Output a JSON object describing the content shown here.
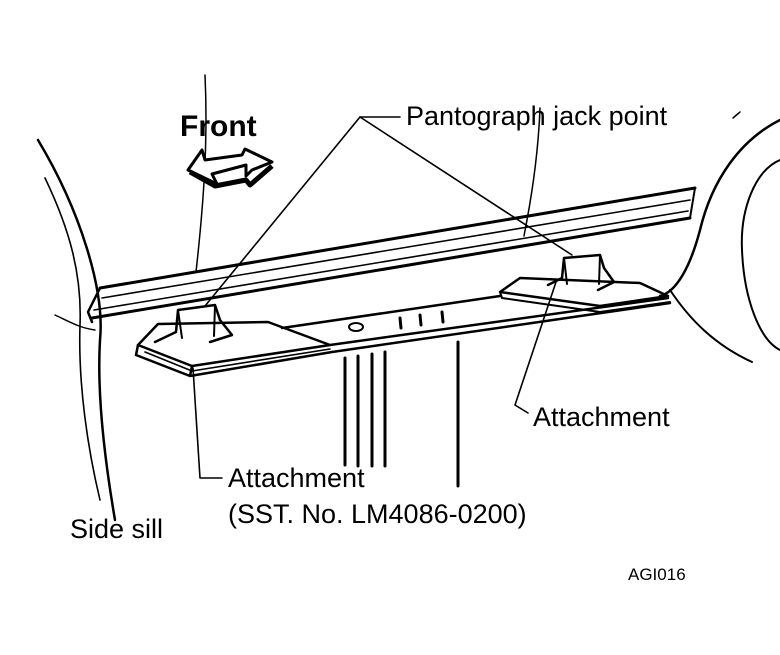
{
  "diagram": {
    "labels": {
      "front": "Front",
      "pantograph_jack_point": "Pantograph jack point",
      "attachment_right": "Attachment",
      "attachment_center": "Attachment",
      "sst_number": "(SST. No. LM4086-0200)",
      "side_sill": "Side sill",
      "figure_code": "AGI016"
    },
    "icons": {
      "direction_arrow": "front-arrow-icon"
    },
    "colors": {
      "ink": "#000000",
      "paper": "#ffffff"
    }
  }
}
